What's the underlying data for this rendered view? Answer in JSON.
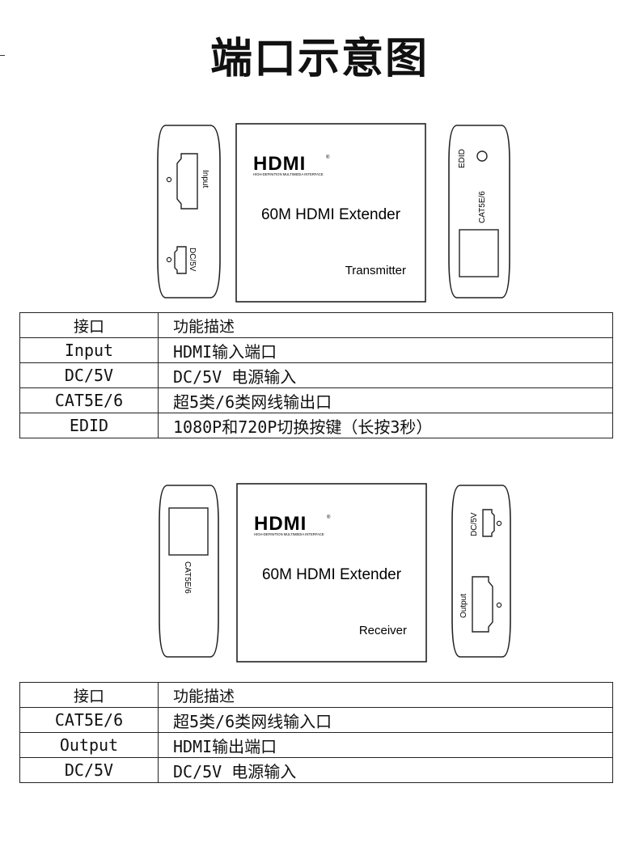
{
  "page": {
    "title": "端口示意图"
  },
  "transmitter": {
    "brand_logo": "HDMI",
    "brand_subtitle": "HIGH-DEFINITION MULTIMEDIA INTERFACE",
    "product_name": "60M HDMI Extender",
    "unit_label": "Transmitter",
    "left_panel": {
      "port_labels": [
        "Input",
        "DC/5V"
      ]
    },
    "right_panel": {
      "port_labels": [
        "EDID",
        "CAT5E/6"
      ]
    },
    "table": {
      "headers": [
        "接口",
        "功能描述"
      ],
      "rows": [
        [
          "Input",
          "HDMI输入端口"
        ],
        [
          "DC/5V",
          "DC/5V 电源输入"
        ],
        [
          "CAT5E/6",
          "超5类/6类网线输出口"
        ],
        [
          "EDID",
          "1080P和720P切换按键（长按3秒）"
        ]
      ]
    }
  },
  "receiver": {
    "brand_logo": "HDMI",
    "brand_subtitle": "HIGH-DEFINITION MULTIMEDIA INTERFACE",
    "product_name": "60M HDMI Extender",
    "unit_label": "Receiver",
    "left_panel": {
      "port_labels": [
        "CAT5E/6"
      ]
    },
    "right_panel": {
      "port_labels": [
        "DC/5V",
        "Output"
      ]
    },
    "table": {
      "headers": [
        "接口",
        "功能描述"
      ],
      "rows": [
        [
          "CAT5E/6",
          "超5类/6类网线输入口"
        ],
        [
          "Output",
          "HDMI输出端口"
        ],
        [
          "DC/5V",
          "DC/5V 电源输入"
        ]
      ]
    }
  }
}
